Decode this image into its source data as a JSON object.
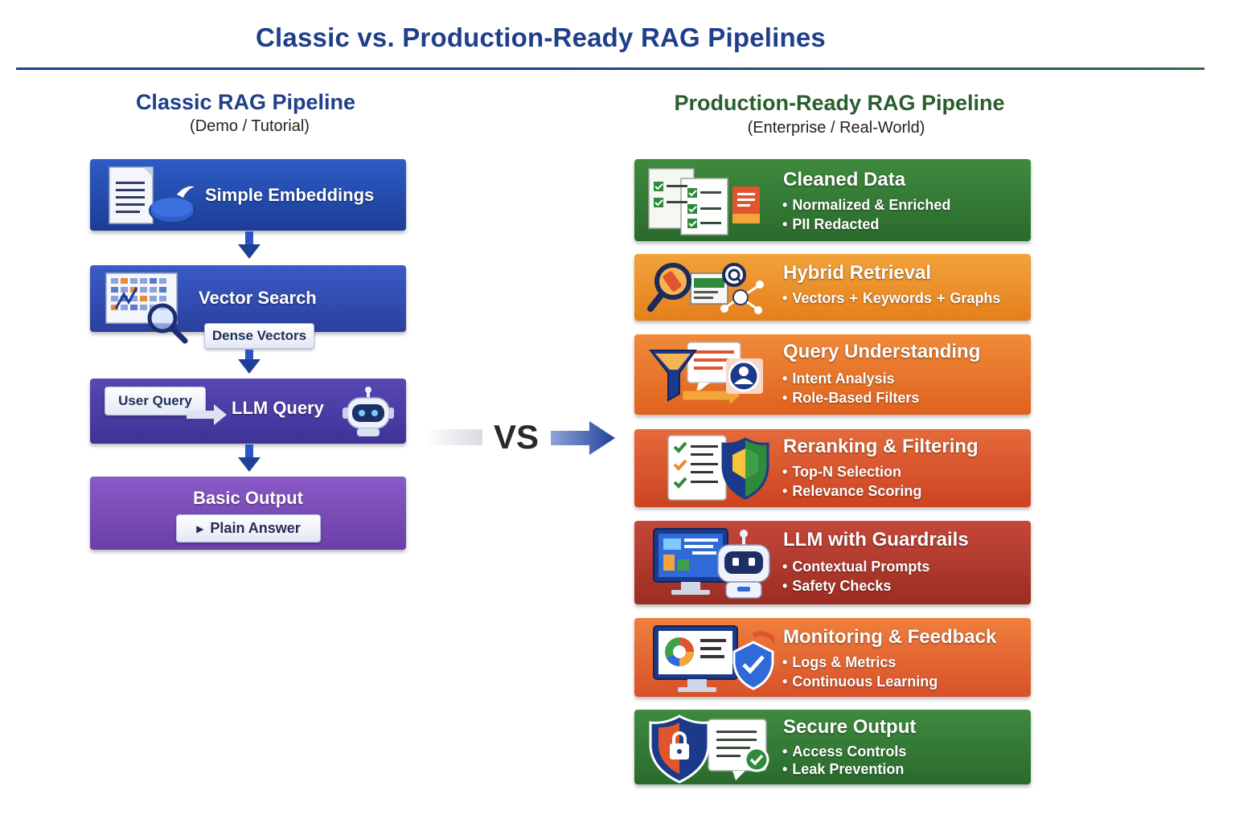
{
  "title": "Classic vs. Production-Ready RAG Pipelines",
  "classic": {
    "title": "Classic RAG Pipeline",
    "subtitle": "(Demo / Tutorial)",
    "steps": {
      "embeddings": "Simple Embeddings",
      "vector_search": "Vector Search",
      "dense_vectors": "Dense Vectors",
      "user_query": "User Query",
      "llm_query": "LLM Query",
      "basic_output": "Basic Output",
      "plain_answer": "Plain Answer"
    }
  },
  "vs_label": "VS",
  "production": {
    "title": "Production-Ready RAG Pipeline",
    "subtitle": "(Enterprise / Real-World)",
    "steps": [
      {
        "title": "Cleaned Data",
        "bullets": [
          "Normalized & Enriched",
          "PII Redacted"
        ]
      },
      {
        "title": "Hybrid Retrieval",
        "bullets": [
          "Vectors",
          "Keywords",
          "Graphs"
        ]
      },
      {
        "title": "Query Understanding",
        "bullets": [
          "Intent Analysis",
          "Role-Based Filters"
        ]
      },
      {
        "title": "Reranking & Filtering",
        "bullets": [
          "Top-N Selection",
          "Relevance Scoring"
        ]
      },
      {
        "title": "LLM with Guardrails",
        "bullets": [
          "Contextual Prompts",
          "Safety Checks"
        ]
      },
      {
        "title": "Monitoring & Feedback",
        "bullets": [
          "Logs & Metrics",
          "Continuous Learning"
        ]
      },
      {
        "title": "Secure Output",
        "bullets": [
          "Access Controls",
          "Leak Prevention"
        ]
      }
    ]
  },
  "colors": {
    "classic_blue": "#1f48a8",
    "classic_indigo": "#3f4fb5",
    "classic_purple": "#6a4fb8",
    "classic_violet": "#8a5cc4",
    "production_green": "#2f7a34",
    "production_orange": "#e98a2a",
    "title_blue": "#1f3f8a",
    "title_green": "#2a5e2e"
  }
}
